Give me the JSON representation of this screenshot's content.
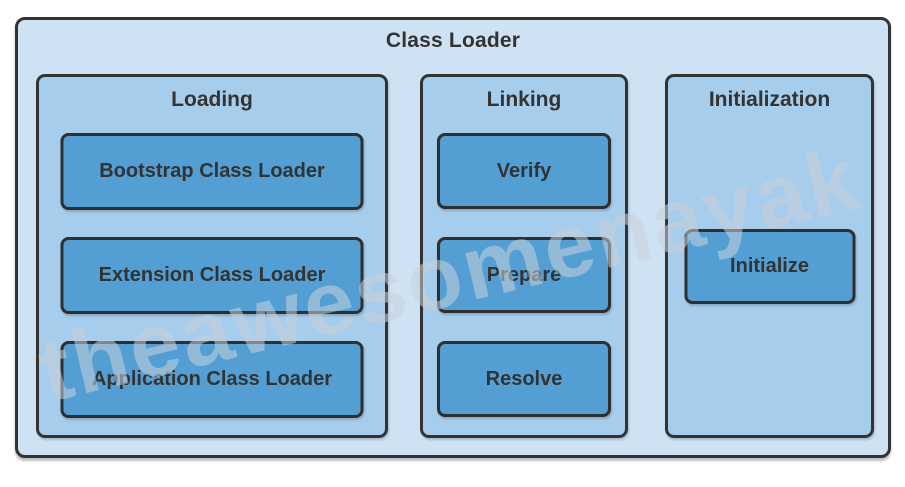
{
  "diagram": {
    "title": "Class Loader",
    "watermark": "theawesomenayak",
    "colors": {
      "outer_background": "#cfe2f3",
      "section_background": "#a6cdec",
      "node_background": "#539fd4",
      "border": "#333333",
      "text": "#333333",
      "watermark_text": "#c8d0d8"
    },
    "sections": [
      {
        "title": "Loading",
        "items": [
          "Bootstrap Class Loader",
          "Extension Class Loader",
          "Application Class Loader"
        ]
      },
      {
        "title": "Linking",
        "items": [
          "Verify",
          "Prepare",
          "Resolve"
        ]
      },
      {
        "title": "Initialization",
        "items": [
          "Initialize"
        ]
      }
    ]
  }
}
